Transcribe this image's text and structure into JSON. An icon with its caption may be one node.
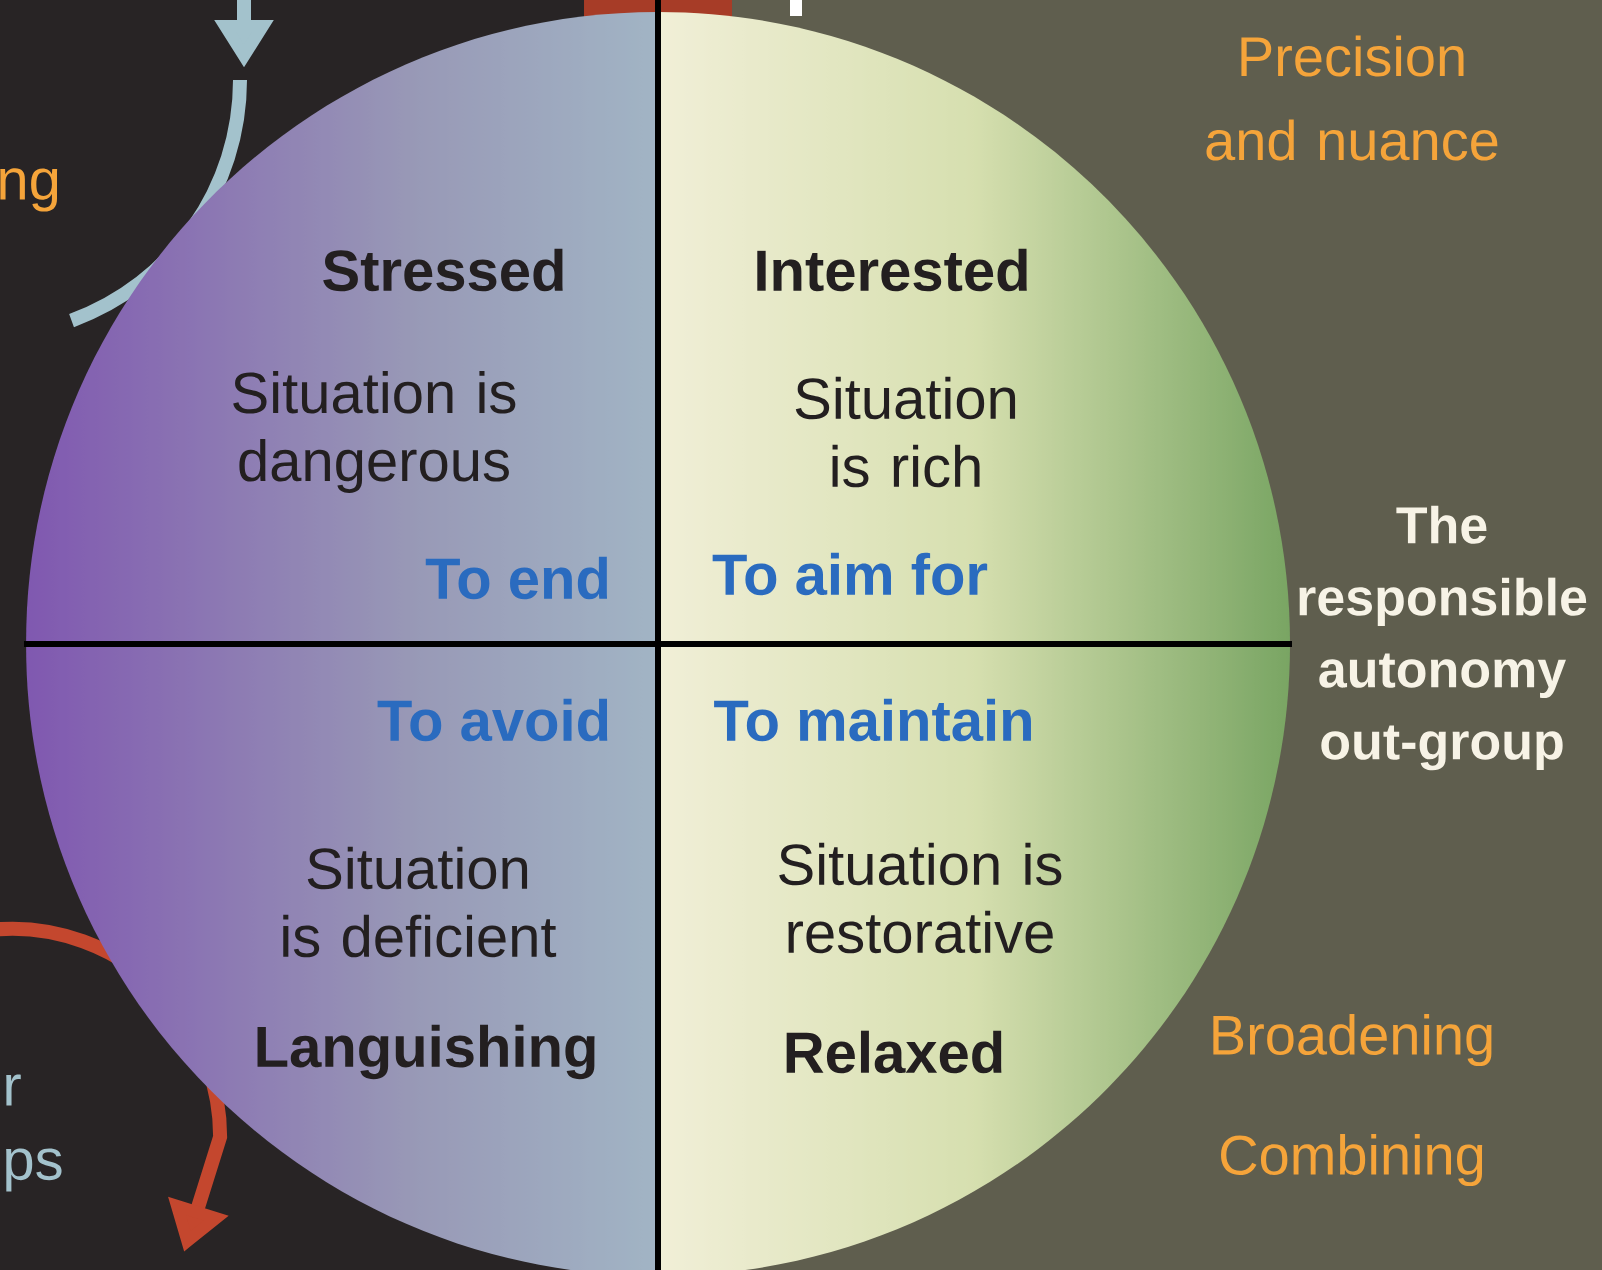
{
  "diagram": {
    "nodes": [
      {
        "text": [
          "Stressed",
          "Situation is dangerous",
          "To end"
        ]
      },
      {
        "text": [
          "Interested",
          "Situation is rich",
          "To aim for"
        ]
      },
      {
        "text": [
          "To avoid",
          "Situation is deficient",
          "Languishing"
        ]
      },
      {
        "text": [
          "To maintain",
          "Situation is restorative",
          "Relaxed"
        ]
      }
    ],
    "labels": [
      "Precision and nuance",
      "ng",
      "The responsible autonomy out-group",
      "Broadening",
      "r",
      "Combining",
      "ps"
    ]
  }
}
